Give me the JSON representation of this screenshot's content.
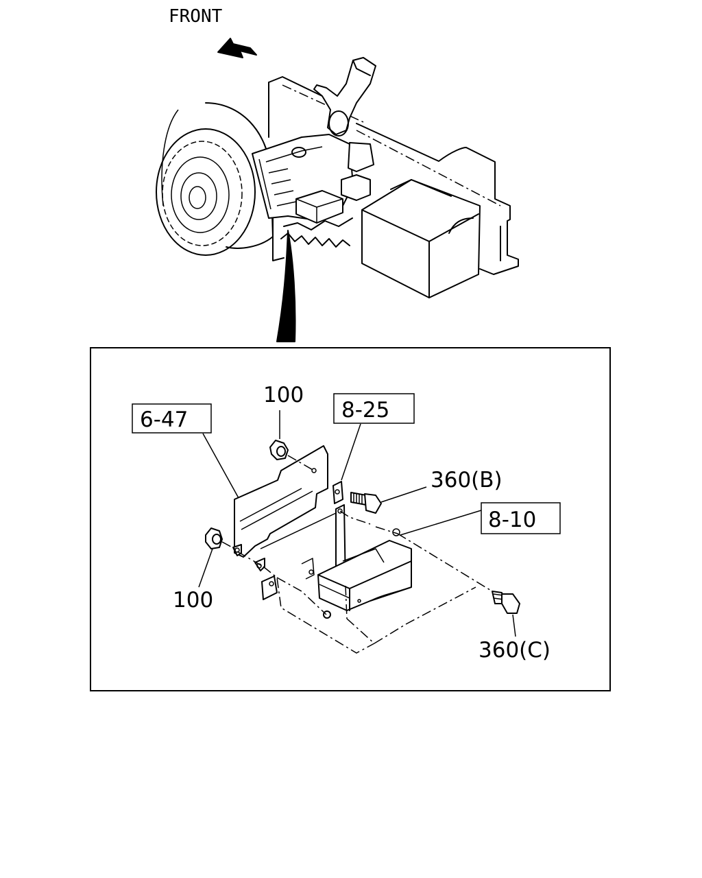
{
  "overview": {
    "direction_label": "FRONT"
  },
  "callouts": {
    "bracket_ref": "6-47",
    "harness_ref_upper": "8-25",
    "harness_ref_lower": "8-10",
    "nut_upper": "100",
    "nut_lower": "100",
    "bolt_b": "360(B)",
    "bolt_c": "360(C)"
  },
  "colors": {
    "line": "#000000",
    "background": "#ffffff"
  }
}
